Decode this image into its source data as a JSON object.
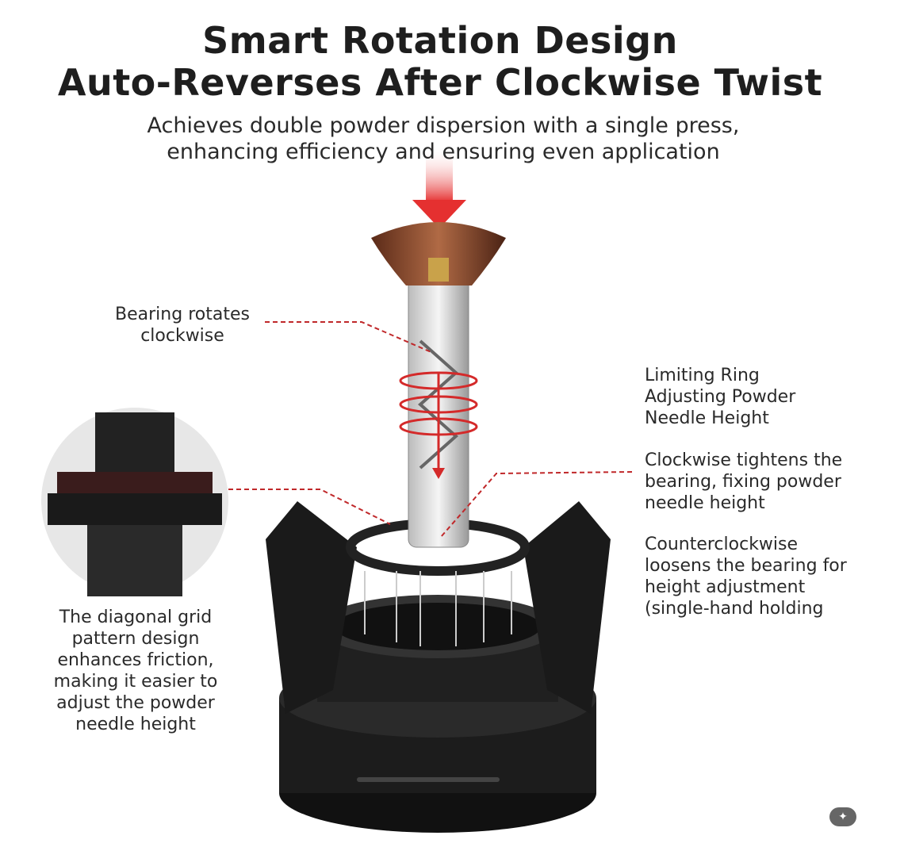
{
  "header": {
    "title_line1": "Smart Rotation Design",
    "title_line2": "Auto-Reverses After Clockwise Twist",
    "subtitle_line1": "Achieves double powder dispersion with a single press,",
    "subtitle_line2": "enhancing efficiency and ensuring even application"
  },
  "callouts": {
    "bearing": [
      "Bearing rotates",
      "clockwise"
    ],
    "limiting_ring": [
      "Limiting Ring",
      "Adjusting Powder",
      "Needle Height"
    ],
    "clockwise": [
      "Clockwise tightens the",
      "bearing, fixing powder",
      "needle height"
    ],
    "counterclockwise": [
      "Counterclockwise",
      "loosens the bearing for",
      "height adjustment",
      "(single-hand holding"
    ],
    "grid": [
      "The diagonal grid",
      "pattern design",
      "enhances friction,",
      "making it easier to",
      "adjust the powder",
      "needle height"
    ]
  },
  "colors": {
    "accent": "#d42a2a",
    "wood": "#8a4a2e",
    "product": "#1a1a1a"
  },
  "icons": {
    "badge": "magic-wand-icon"
  }
}
